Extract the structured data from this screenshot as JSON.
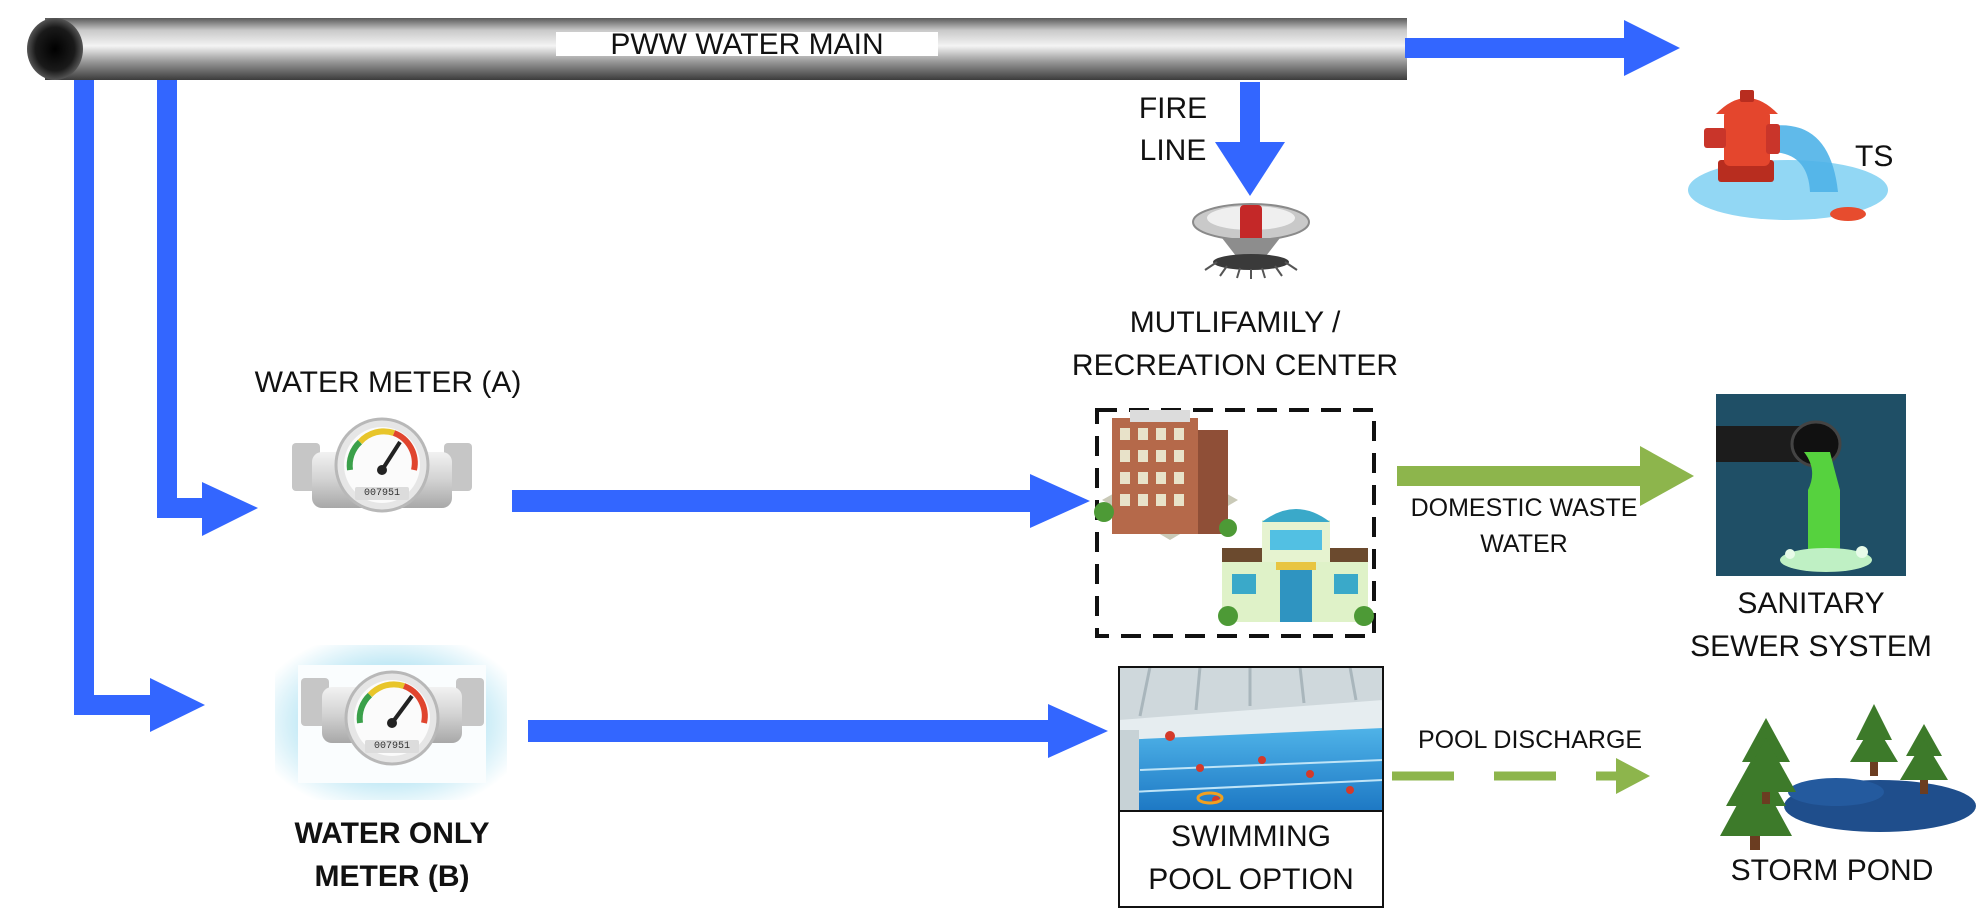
{
  "main": {
    "label": "PWW WATER MAIN"
  },
  "fire_line": {
    "line1": "FIRE",
    "line2": "LINE"
  },
  "hydrant": {
    "label": "TS"
  },
  "building": {
    "line1": "MUTLIFAMILY /",
    "line2": "RECREATION CENTER"
  },
  "meter_a": {
    "label": "WATER METER (A)",
    "reading": "007951"
  },
  "meter_b": {
    "line1": "WATER ONLY",
    "line2": "METER (B)",
    "reading": "007951"
  },
  "domestic": {
    "line1": "DOMESTIC WASTE",
    "line2": "WATER"
  },
  "sanitary": {
    "line1": "SANITARY",
    "line2": "SEWER SYSTEM"
  },
  "pool_discharge": {
    "label": "POOL DISCHARGE"
  },
  "pool": {
    "line1": "SWIMMING",
    "line2": "POOL OPTION"
  },
  "storm": {
    "label": "STORM POND"
  },
  "colors": {
    "water": "#3366ff",
    "waste": "#8db54c",
    "pond": "#1f4e8c",
    "tree": "#3d7a2a"
  }
}
